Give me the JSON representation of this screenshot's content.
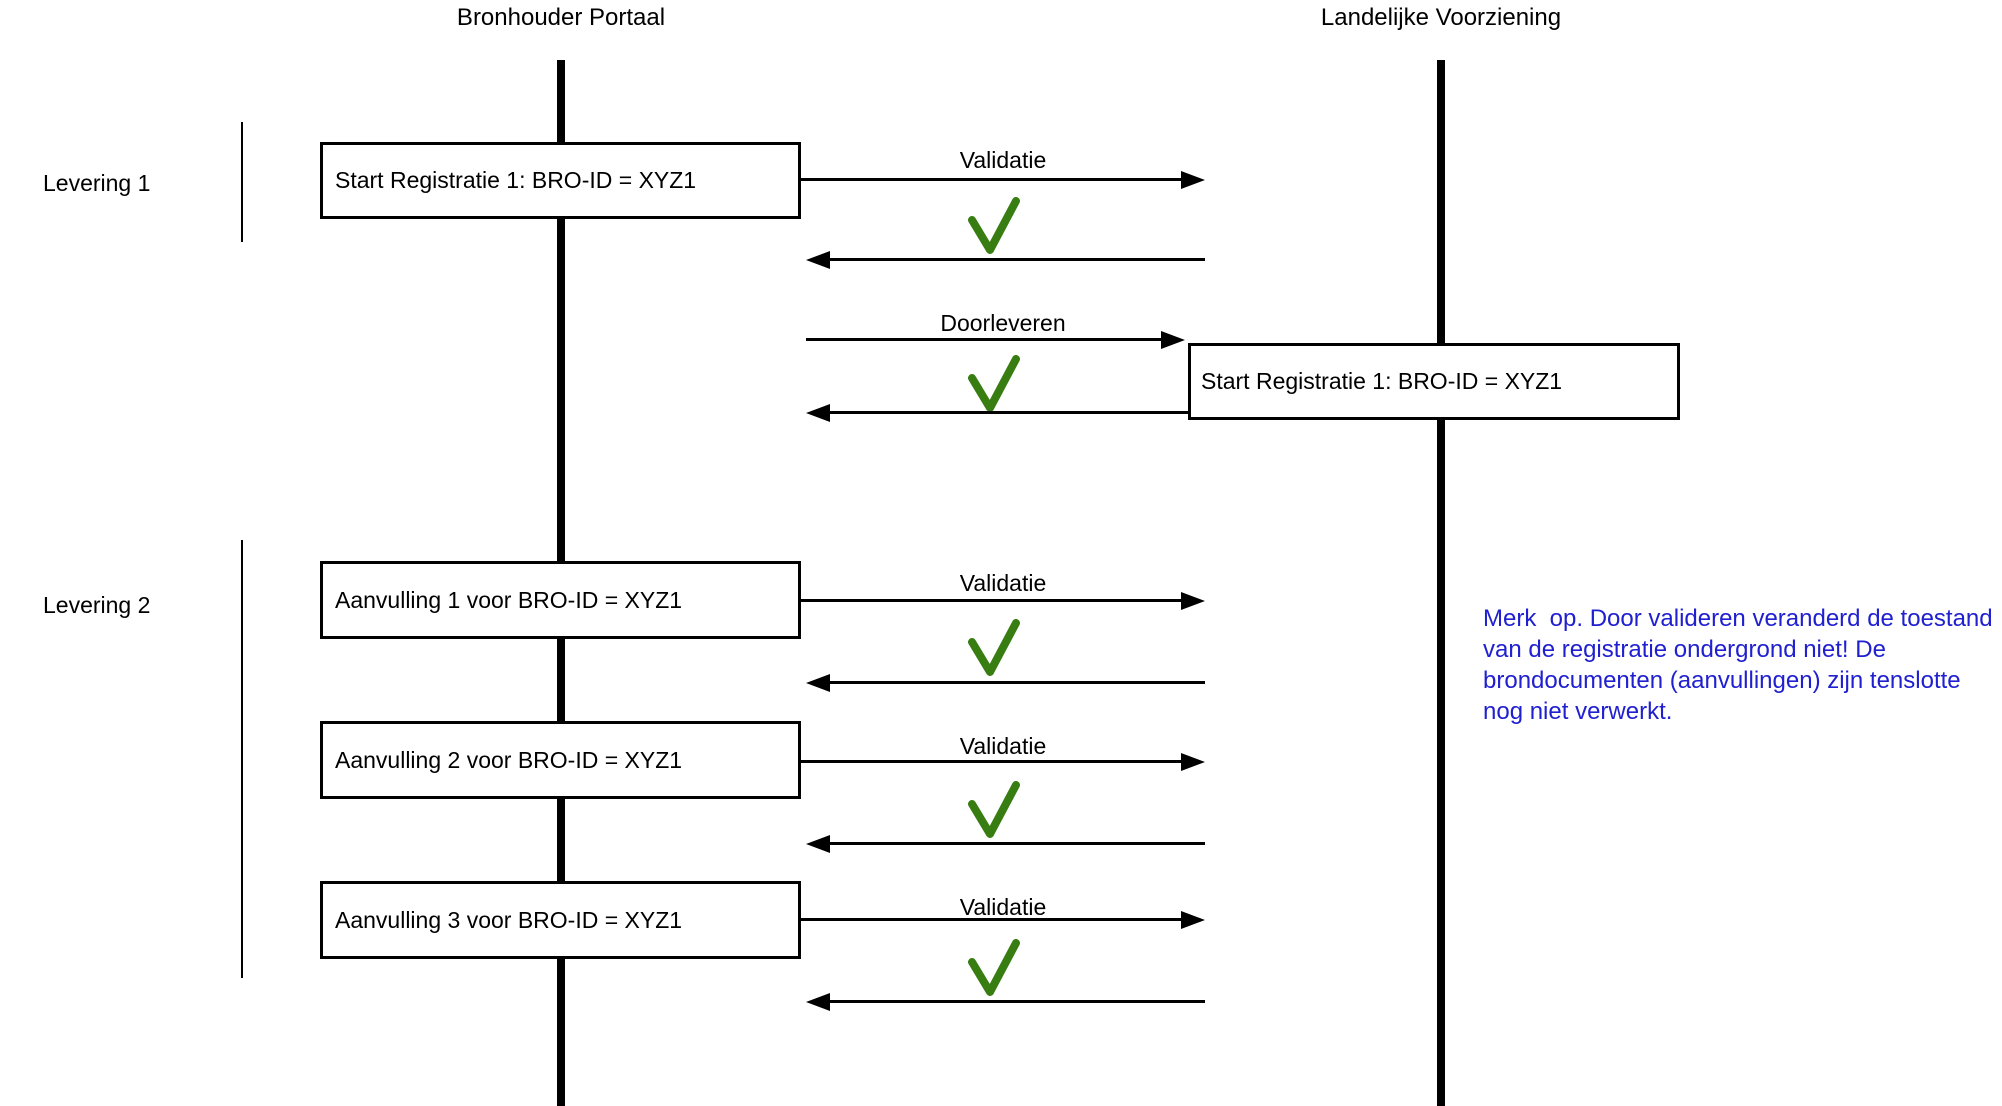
{
  "diagram": {
    "actors": [
      {
        "label": "Bronhouder Portaal"
      },
      {
        "label": "Landelijke Voorziening"
      }
    ],
    "groups": [
      {
        "label": "Levering 1"
      },
      {
        "label": "Levering 2"
      }
    ],
    "boxes": {
      "start_registratie_left": "Start Registratie 1: BRO-ID = XYZ1",
      "start_registratie_right": "Start Registratie 1: BRO-ID = XYZ1",
      "aanvulling1": "Aanvulling 1 voor BRO-ID = XYZ1",
      "aanvulling2": "Aanvulling 2 voor BRO-ID = XYZ1",
      "aanvulling3": "Aanvulling 3 voor BRO-ID = XYZ1"
    },
    "flows": [
      {
        "label": "Validatie",
        "result": "check"
      },
      {
        "label": "Doorleveren",
        "result": "check"
      },
      {
        "label": "Validatie",
        "result": "check"
      },
      {
        "label": "Validatie",
        "result": "check"
      },
      {
        "label": "Validatie",
        "result": "check"
      }
    ],
    "note": {
      "lines": [
        "Merk  op. Door valideren veranderd de toestand",
        "van de registratie ondergrond niet! De",
        "brondocumenten (aanvullingen) zijn tenslotte",
        "nog niet verwerkt."
      ]
    },
    "colors": {
      "check_green": "#377d12",
      "note_blue": "#2020d0",
      "line_black": "#000000"
    }
  }
}
